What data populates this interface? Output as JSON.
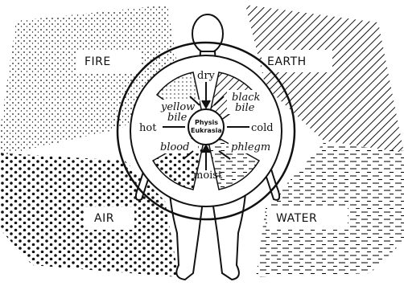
{
  "elements": {
    "fire": "FIRE",
    "earth": "EARTH",
    "air": "AIR",
    "water": "WATER"
  },
  "qualities": {
    "dry": "dry",
    "hot": "hot",
    "cold": "cold",
    "moist": "moist"
  },
  "humors": {
    "yellow_bile_1": "yellow",
    "yellow_bile_2": "bile",
    "black_bile_1": "black",
    "black_bile_2": "bile",
    "blood": "blood",
    "phlegm": "phlegm"
  },
  "center": {
    "line1": "Physis",
    "line2": "Eukrasia"
  },
  "colors": {
    "ink": "#111111",
    "background": "#ffffff"
  }
}
